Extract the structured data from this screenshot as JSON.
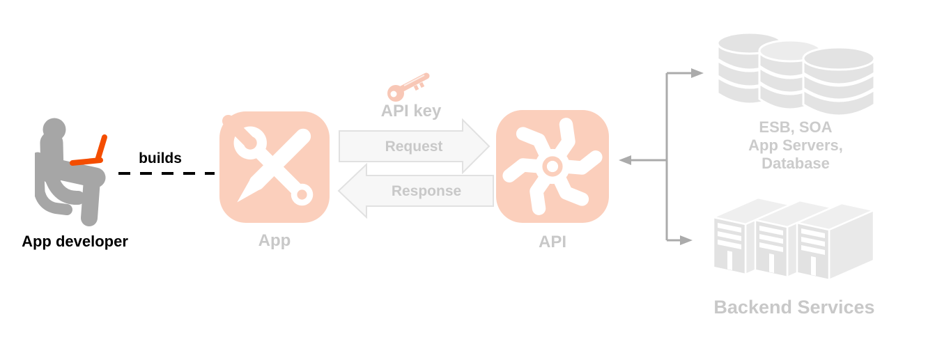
{
  "diagram": {
    "developer": {
      "label": "App developer",
      "icon": "seated-developer-laptop-icon"
    },
    "builds_connector": {
      "label": "builds"
    },
    "app": {
      "label": "App",
      "icon": "wrench-and-pencil-icon"
    },
    "api_key": {
      "label": "API key",
      "icon": "key-icon"
    },
    "request_arrow": {
      "label": "Request"
    },
    "response_arrow": {
      "label": "Response"
    },
    "api": {
      "label": "API",
      "icon": "pinwheel-gear-icon"
    },
    "esb_group": {
      "lines": [
        "ESB, SOA",
        "App Servers,",
        "Database"
      ],
      "icon": "database-stack-icon"
    },
    "backend_group": {
      "label": "Backend Services",
      "icon": "server-towers-icon"
    }
  },
  "colors": {
    "icon_salmon": "#FBCFBC",
    "key_salmon": "#F8C7B6",
    "laptop_orange": "#F44D00",
    "person_gray": "#A6A6A6",
    "muted_label_gray": "#C8C8C8",
    "arrow_fill": "#F7F7F7",
    "arrow_border": "#E1E1E1",
    "connector_gray": "#ABABAB",
    "backend_icon_gray": "#E3E3E3",
    "text_black": "#000000"
  }
}
